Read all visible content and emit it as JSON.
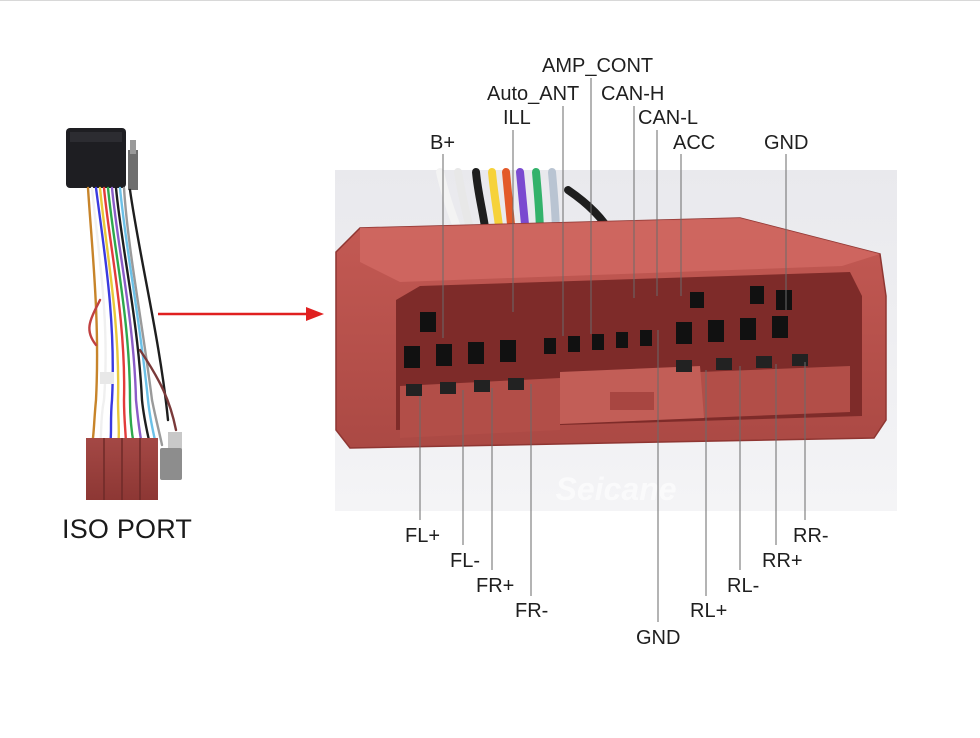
{
  "iso_port_label": "ISO PORT",
  "watermark": "Seicane",
  "colors": {
    "connector": "#b8514c",
    "connector_dark": "#8e3431",
    "arrow": "#e02020",
    "leader_line": "#6a6a6a"
  },
  "pins_top": [
    "AMP_CONT",
    "Auto_ANT",
    "CAN-H",
    "ILL",
    "CAN-L",
    "B+",
    "ACC",
    "GND"
  ],
  "pins_bottom": [
    "FL+",
    "FL-",
    "FR+",
    "FR-",
    "GND",
    "RL+",
    "RL-",
    "RR+",
    "RR-"
  ]
}
